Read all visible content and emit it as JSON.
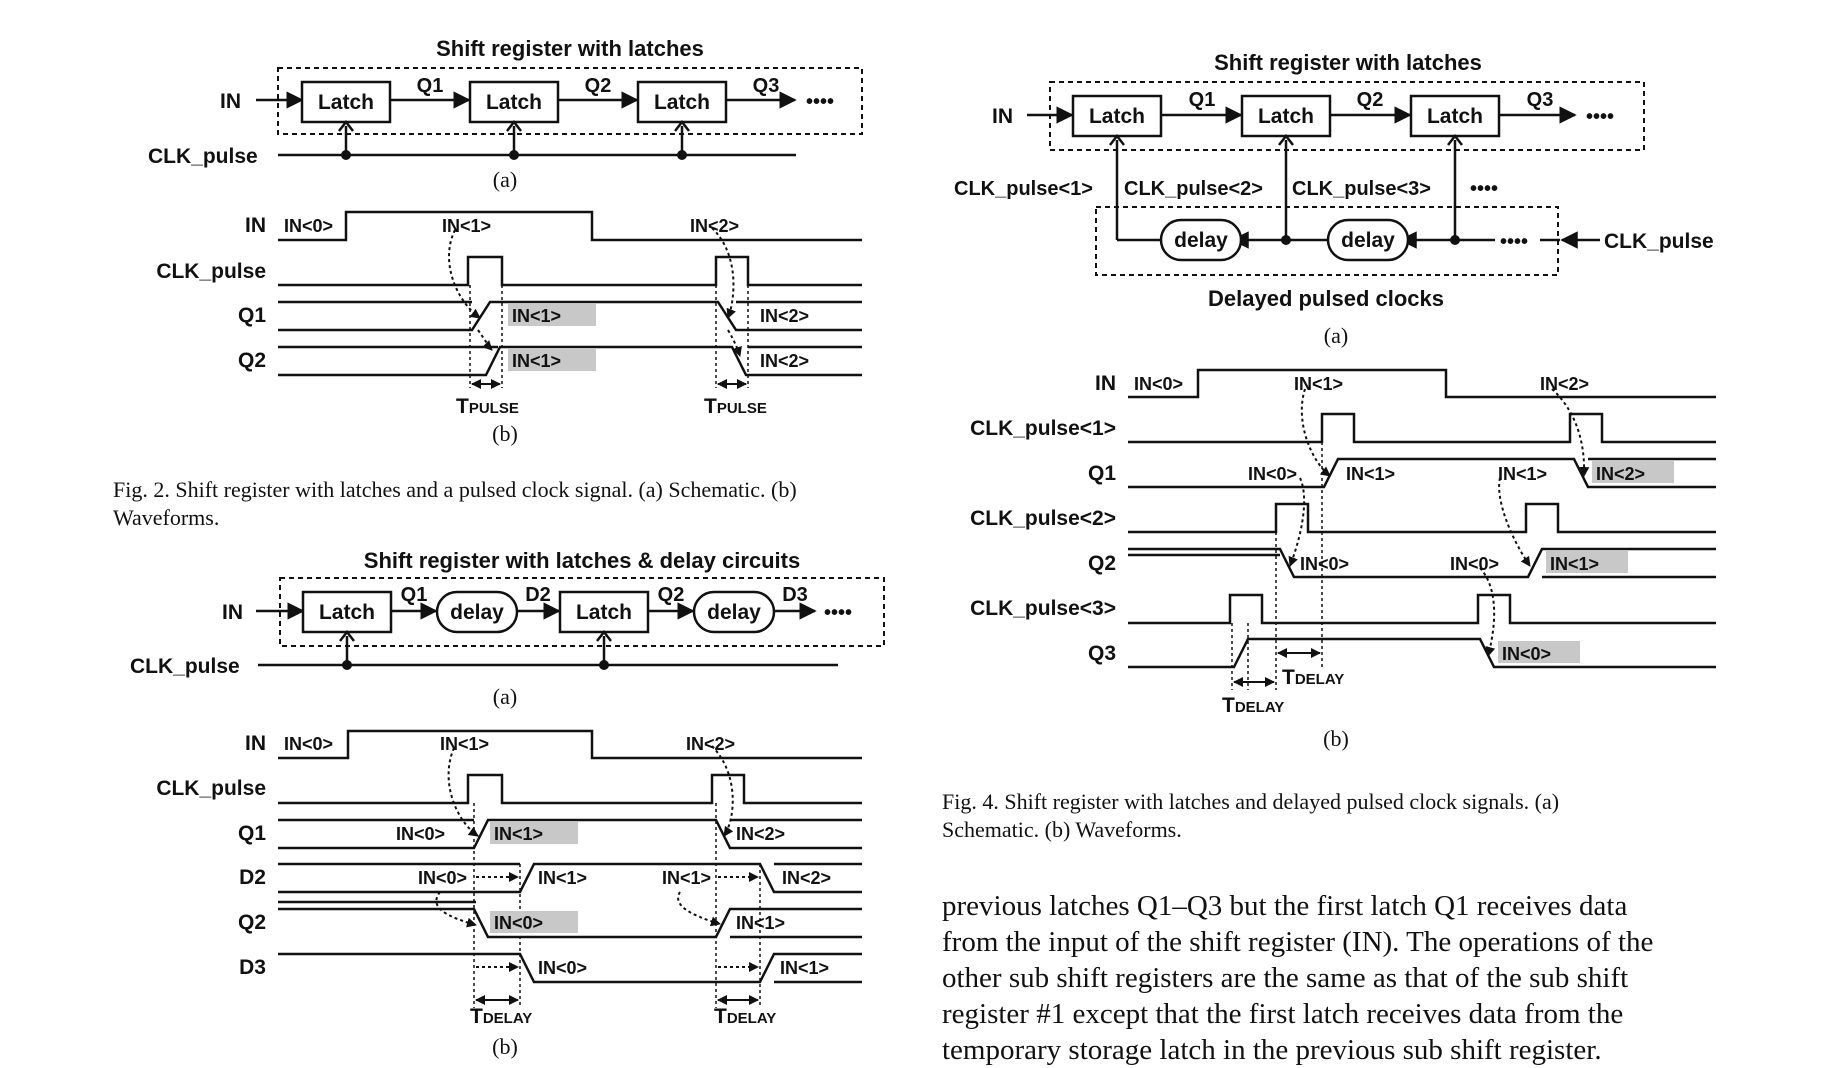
{
  "fig2": {
    "a": {
      "title": "Shift register with latches",
      "input_label": "IN",
      "clock_label": "CLK_pulse",
      "latch_label": "Latch",
      "outputs": [
        "Q1",
        "Q2",
        "Q3"
      ],
      "continuation": "••••",
      "sublabel": "(a)"
    },
    "b": {
      "signals": [
        "IN",
        "CLK_pulse",
        "Q1",
        "Q2"
      ],
      "in_labels": [
        "IN<0>",
        "IN<1>",
        "IN<2>"
      ],
      "q1_labels": [
        "IN<1>",
        "IN<2>"
      ],
      "q2_labels": [
        "IN<1>",
        "IN<2>"
      ],
      "tpulse": {
        "main": "T",
        "sub": "PULSE"
      },
      "sublabel": "(b)"
    },
    "caption": [
      "Fig. 2.   Shift register with latches and a pulsed clock signal. (a) Schematic. (b)",
      "Waveforms."
    ]
  },
  "fig3": {
    "a": {
      "title": "Shift register with latches & delay circuits",
      "input_label": "IN",
      "clock_label": "CLK_pulse",
      "latch_label": "Latch",
      "delay_label": "delay",
      "nodes": [
        "Q1",
        "D2",
        "Q2",
        "D3"
      ],
      "continuation": "••••",
      "sublabel": "(a)"
    },
    "b": {
      "signals": [
        "IN",
        "CLK_pulse",
        "Q1",
        "D2",
        "Q2",
        "D3"
      ],
      "in_labels": [
        "IN<0>",
        "IN<1>",
        "IN<2>"
      ],
      "q1_labels": [
        "IN<0>",
        "IN<1>",
        "IN<2>"
      ],
      "d2_labels": [
        "IN<0>",
        "IN<1>",
        "IN<1>",
        "IN<2>"
      ],
      "q2_labels": [
        "IN<0>",
        "IN<1>"
      ],
      "d3_labels": [
        "IN<0>",
        "IN<1>"
      ],
      "tdelay": {
        "main": "T",
        "sub": "DELAY"
      },
      "sublabel": "(b)"
    }
  },
  "fig4": {
    "a": {
      "title": "Shift register with latches",
      "input_label": "IN",
      "latch_label": "Latch",
      "outputs": [
        "Q1",
        "Q2",
        "Q3"
      ],
      "continuation": "••••",
      "clock_taps": [
        "CLK_pulse<1>",
        "CLK_pulse<2>",
        "CLK_pulse<3>"
      ],
      "tap_continuation": "••••",
      "delay_label": "delay",
      "clock_input": "CLK_pulse",
      "group_label": "Delayed pulsed clocks",
      "sublabel": "(a)"
    },
    "b": {
      "signals": [
        "IN",
        "CLK_pulse<1>",
        "Q1",
        "CLK_pulse<2>",
        "Q2",
        "CLK_pulse<3>",
        "Q3"
      ],
      "in_labels": [
        "IN<0>",
        "IN<1>",
        "IN<2>"
      ],
      "q1_labels": [
        "IN<0>",
        "IN<1>",
        "IN<1>",
        "IN<2>"
      ],
      "q2_labels": [
        "IN<0>",
        "IN<0>",
        "IN<1>"
      ],
      "q3_labels": [
        "IN<0>"
      ],
      "tdelay": {
        "main": "T",
        "sub": "DELAY"
      },
      "sublabel": "(b)"
    },
    "caption": [
      "Fig. 4.  Shift register with latches and delayed pulsed clock signals. (a)",
      "Schematic. (b) Waveforms."
    ]
  },
  "body_text": [
    "previous latches Q1–Q3 but the first latch Q1 receives data",
    "from the input of the shift register (IN). The operations of the",
    "other sub shift registers are the same as that of the sub shift",
    "register #1 except that the first latch receives data from the",
    "temporary storage latch in the previous sub shift register."
  ]
}
